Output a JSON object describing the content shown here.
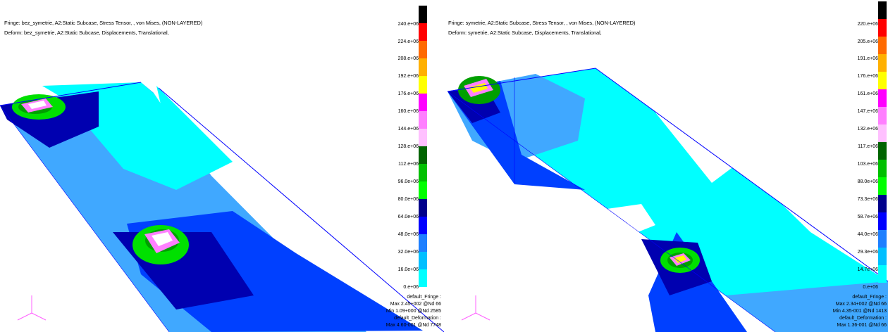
{
  "left": {
    "fringe_title": "Fringe: bez_symetrie, A2:Static Subcase, Stress Tensor, , von Mises, (NON-LAYERED)",
    "deform_title": "Deform: bez_symetrie, A2:Static Subcase, Displacements, Translational,",
    "legend_ticks": [
      "240.e+06",
      "224.e+06",
      "208.e+06",
      "192.e+06",
      "176.e+06",
      "160.e+06",
      "144.e+06",
      "128.e+06",
      "112.e+06",
      "96.0e+06",
      "80.0e+06",
      "64.0e+06",
      "48.0e+06",
      "32.0e+06",
      "16.0e+06",
      "0.e+06"
    ],
    "summary": [
      "default_Fringe :",
      "Max 2.45+002 @Nd 66",
      "Min 1.09+000 @Nd 2585",
      "default_Deformation :",
      "Max 4.60-001 @Nd 7748"
    ]
  },
  "right": {
    "fringe_title": "Fringe: symetrie, A2:Static Subcase, Stress Tensor, , von Mises, (NON-LAYERED)",
    "deform_title": "Deform: symetrie, A2:Static Subcase, Displacements, Translational,",
    "legend_ticks": [
      "220.e+06",
      "205.e+06",
      "191.e+06",
      "176.e+06",
      "161.e+06",
      "147.e+06",
      "132.e+06",
      "117.e+06",
      "103.e+06",
      "88.0e+06",
      "73.3e+06",
      "58.7e+06",
      "44.0e+06",
      "29.3e+06",
      "14.7e+06",
      "0.e+06"
    ],
    "summary": [
      "default_Fringe :",
      "Max 2.34+002 @Nd 66",
      "Min 4.35-001 @Nd 1413",
      "default_Deformation :",
      "Max 1.36-001 @Nd 66"
    ]
  },
  "legend_colors": [
    "#000000",
    "#ff0000",
    "#ff6a00",
    "#ffb000",
    "#ffff00",
    "#ff00ff",
    "#ff7fff",
    "#ffc0ff",
    "#006400",
    "#00c000",
    "#00ff00",
    "#00008b",
    "#0000ff",
    "#1e7fff",
    "#00bfff",
    "#00ffff"
  ],
  "colors": {
    "cyan": "#00ffff",
    "light_blue": "#40a8ff",
    "blue": "#0040ff",
    "dark_blue": "#0000b0",
    "green": "#00e000",
    "dark_green": "#00a000",
    "magenta": "#ff80ff",
    "yellow": "#ffff00",
    "axis_triad": "#ff60ff",
    "edge_lines": "#0000ff"
  }
}
